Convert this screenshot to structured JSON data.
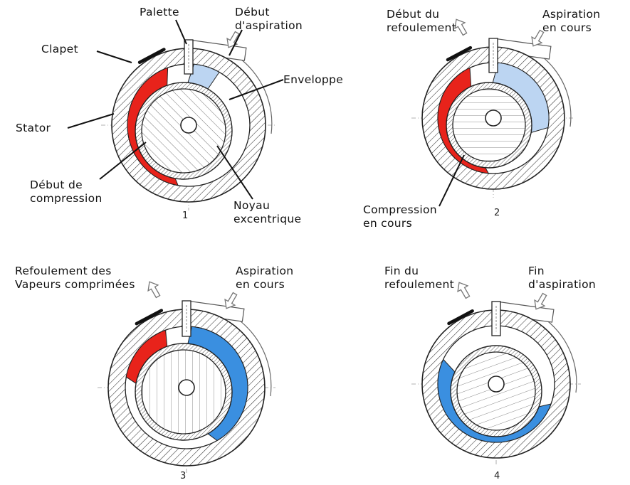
{
  "colors": {
    "compression": "#e8231b",
    "suction_light": "#bcd5f2",
    "suction": "#3a8fe0",
    "hatch": "#222222",
    "background": "#ffffff"
  },
  "diagrams": [
    {
      "number": "1",
      "labels": {
        "palette": "Palette",
        "debut_aspiration": "Début\nd'aspiration",
        "clapet": "Clapet",
        "enveloppe": "Enveloppe",
        "stator": "Stator",
        "debut_compression": "Début de\ncompression",
        "noyau": "Noyau\nexcentrique"
      }
    },
    {
      "number": "2",
      "labels": {
        "debut_refoulement": "Début du\nrefoulement",
        "aspiration_en_cours": "Aspiration\nen cours",
        "compression_en_cours": "Compression\nen cours"
      }
    },
    {
      "number": "3",
      "labels": {
        "refoulement_vapeurs": "Refoulement des\nVapeurs comprimées",
        "aspiration_en_cours": "Aspiration\nen cours"
      }
    },
    {
      "number": "4",
      "labels": {
        "fin_refoulement": "Fin du\nrefoulement",
        "fin_aspiration": "Fin\nd'aspiration"
      }
    }
  ]
}
